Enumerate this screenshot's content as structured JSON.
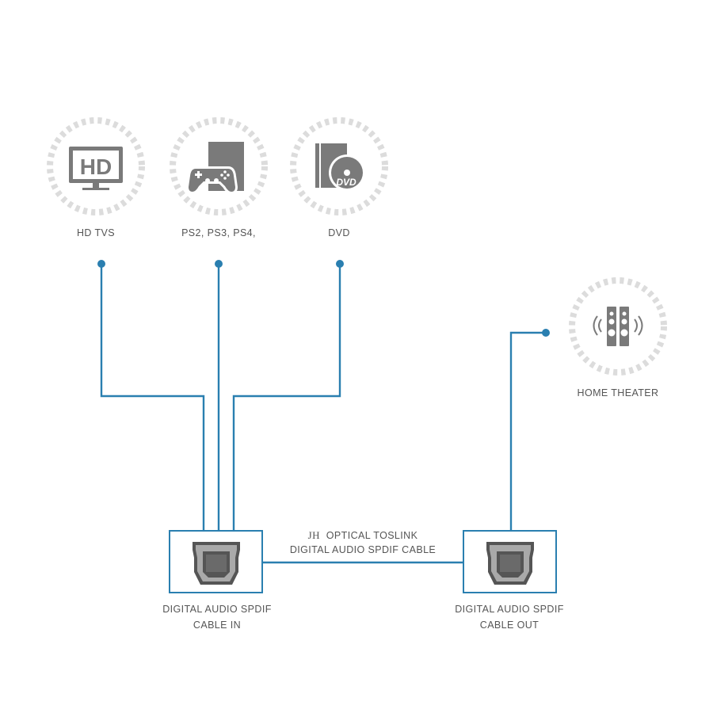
{
  "colors": {
    "wire": "#2a7fb0",
    "icon": "#7a7a7a",
    "ring": "#dcdcdc",
    "text": "#555555",
    "port_fill": "#a9a9a9",
    "port_dark": "#555555"
  },
  "sources": [
    {
      "label": "HD TVS",
      "icon": "hd-tv-icon",
      "icon_text": "HD"
    },
    {
      "label": "PS2, PS3, PS4,",
      "icon": "game-console-icon"
    },
    {
      "label": "DVD",
      "icon": "dvd-icon",
      "icon_text": "DVD"
    }
  ],
  "destination": {
    "label": "HOME THEATER",
    "icon": "speakers-icon"
  },
  "cable": {
    "brand": "JH",
    "line1": "OPTICAL TOSLINK",
    "line2": "DIGITAL AUDIO SPDIF CABLE"
  },
  "port_in": {
    "line1": "DIGITAL AUDIO SPDIF",
    "line2": "CABLE IN",
    "icon": "toslink-port-icon"
  },
  "port_out": {
    "line1": "DIGITAL AUDIO SPDIF",
    "line2": "CABLE OUT",
    "icon": "toslink-port-icon"
  }
}
